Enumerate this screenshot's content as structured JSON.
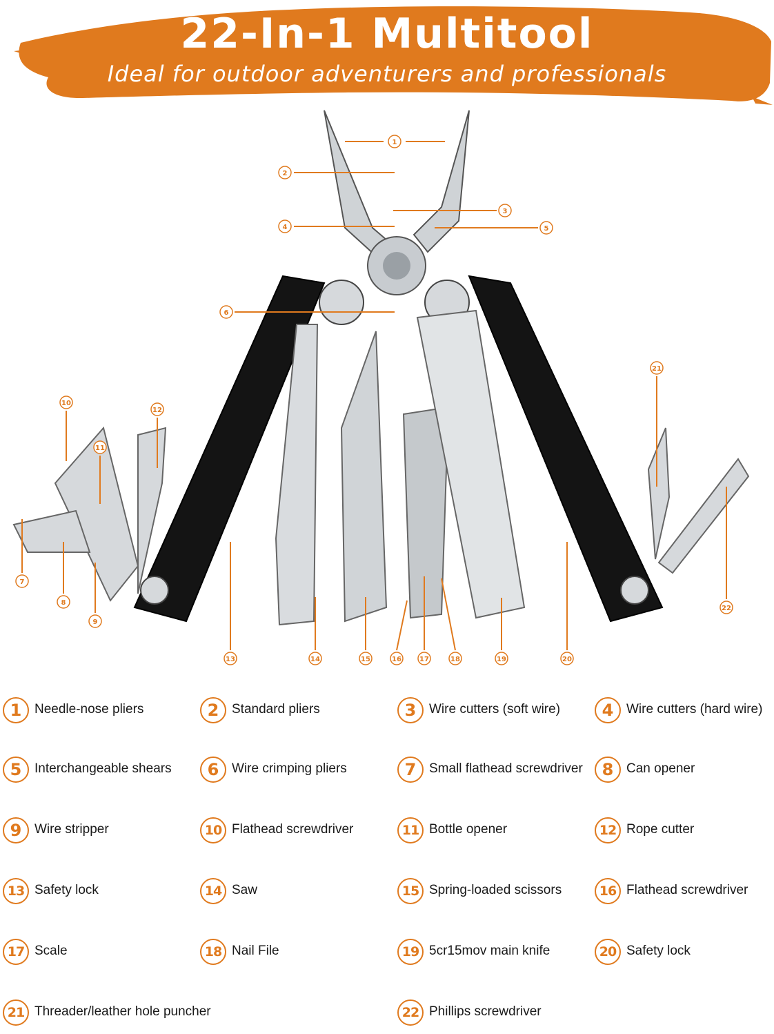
{
  "header": {
    "title": "22-In-1 Multitool",
    "subtitle": "Ideal for outdoor adventurers and professionals"
  },
  "colors": {
    "accent": "#e07a1e",
    "handle": "#111111",
    "steel": "#d9dcdf"
  },
  "callouts": [
    "1",
    "2",
    "3",
    "4",
    "5",
    "6",
    "7",
    "8",
    "9",
    "10",
    "11",
    "12",
    "13",
    "14",
    "15",
    "16",
    "17",
    "18",
    "19",
    "20",
    "21",
    "22"
  ],
  "legend": [
    {
      "num": "1",
      "label": "Needle-nose pliers"
    },
    {
      "num": "2",
      "label": "Standard pliers"
    },
    {
      "num": "3",
      "label": "Wire cutters (soft wire)"
    },
    {
      "num": "4",
      "label": "Wire cutters (hard wire)"
    },
    {
      "num": "5",
      "label": "Interchangeable shears"
    },
    {
      "num": "6",
      "label": "Wire crimping pliers"
    },
    {
      "num": "7",
      "label": "Small flathead screwdriver"
    },
    {
      "num": "8",
      "label": "Can opener"
    },
    {
      "num": "9",
      "label": "Wire stripper"
    },
    {
      "num": "10",
      "label": "Flathead screwdriver"
    },
    {
      "num": "11",
      "label": "Bottle opener"
    },
    {
      "num": "12",
      "label": "Rope cutter"
    },
    {
      "num": "13",
      "label": "Safety lock"
    },
    {
      "num": "14",
      "label": "Saw"
    },
    {
      "num": "15",
      "label": "Spring-loaded scissors"
    },
    {
      "num": "16",
      "label": "Flathead screwdriver"
    },
    {
      "num": "17",
      "label": "Scale"
    },
    {
      "num": "18",
      "label": "Nail File"
    },
    {
      "num": "19",
      "label": "5cr15mov main knife"
    },
    {
      "num": "20",
      "label": "Safety lock"
    },
    {
      "num": "21",
      "label": "Threader/leather hole puncher"
    },
    {
      "num": "22",
      "label": "Phillips screwdriver"
    }
  ]
}
